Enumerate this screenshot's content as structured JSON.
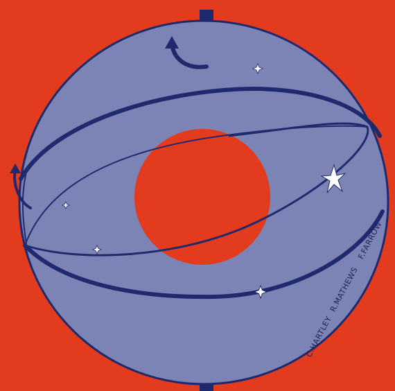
{
  "colors": {
    "background": "#e23b1d",
    "sphere": "#7c84b6",
    "line": "#1f2a6e",
    "star": "#ffffff"
  },
  "signature": {
    "part1": "C.HARTLEY",
    "part2": "R.MATHEWS",
    "part3": "F.FARROW"
  },
  "icons": [
    "rotation-arrow-icon",
    "star-icon",
    "pole-marker-icon"
  ]
}
